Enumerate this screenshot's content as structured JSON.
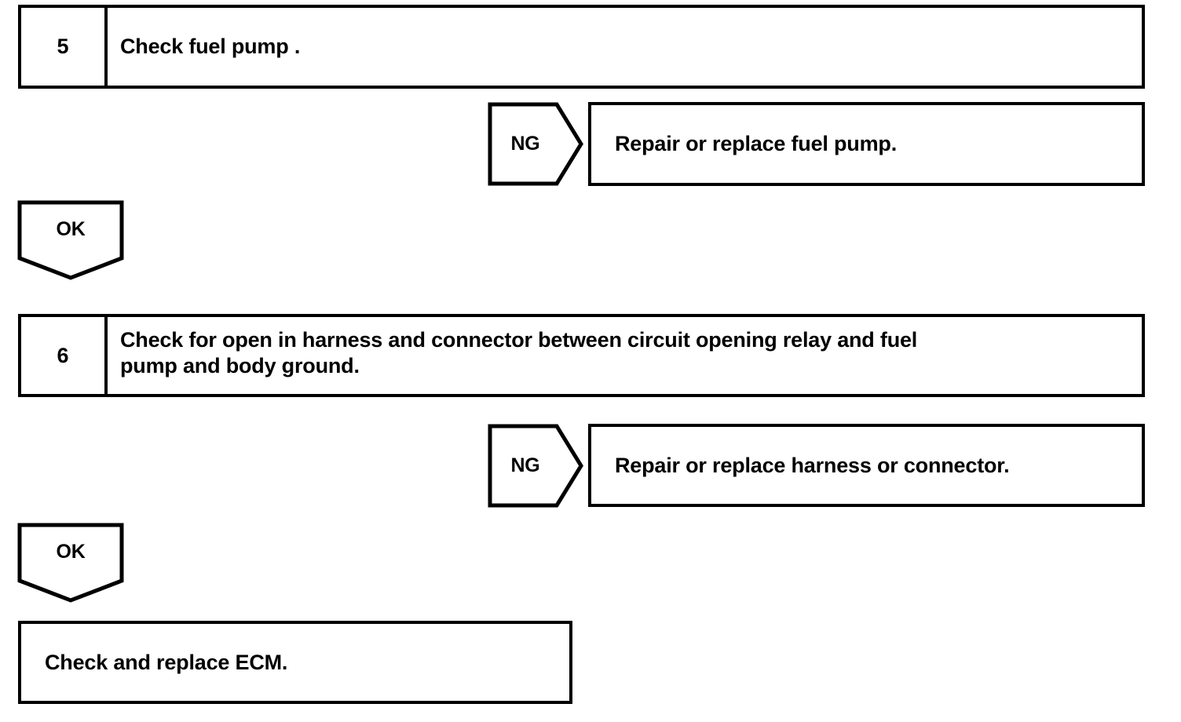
{
  "document": {
    "type": "troubleshooting-flowchart",
    "ink_color": "#000000",
    "background_color": "#ffffff"
  },
  "steps": [
    {
      "number": "5",
      "text": "Check fuel pump ."
    },
    {
      "number": "6",
      "line1": "Check for open in harness and connector between circuit opening relay and fuel",
      "line2": "pump and body ground."
    }
  ],
  "branches": [
    {
      "label": "NG",
      "result": "Repair or replace fuel pump."
    },
    {
      "label": "NG",
      "result": "Repair or replace harness or connector."
    }
  ],
  "ok_connectors": [
    {
      "label": "OK"
    },
    {
      "label": "OK"
    }
  ],
  "final": {
    "text": "Check and replace ECM."
  }
}
